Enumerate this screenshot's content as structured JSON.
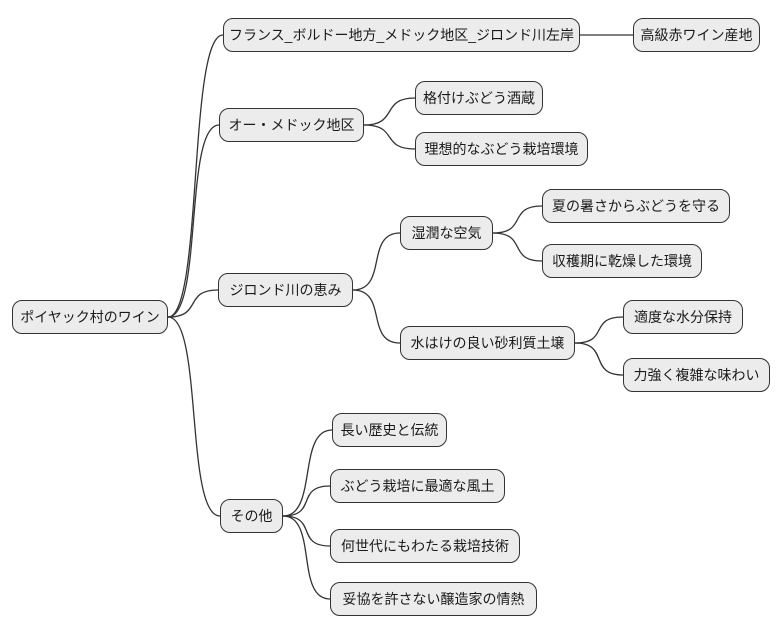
{
  "colors": {
    "background": "#ffffff",
    "node_fill": "#ececec",
    "node_border": "#333333",
    "edge": "#333333",
    "text": "#1a1a1a"
  },
  "mindmap": {
    "nodes": [
      {
        "id": "root",
        "label": "ポイヤック村のワイン"
      },
      {
        "id": "region",
        "label": "フランス_ボルドー地方_メドック地区_ジロンド川左岸"
      },
      {
        "id": "region-child-1",
        "label": "高級赤ワイン産地"
      },
      {
        "id": "haut-medoc",
        "label": "オー・メドック地区"
      },
      {
        "id": "haut-medoc-child-1",
        "label": "格付けぶどう酒蔵"
      },
      {
        "id": "haut-medoc-child-2",
        "label": "理想的なぶどう栽培環境"
      },
      {
        "id": "gironde",
        "label": "ジロンド川の恵み"
      },
      {
        "id": "humid-air",
        "label": "湿潤な空気"
      },
      {
        "id": "humid-air-child-1",
        "label": "夏の暑さからぶどうを守る"
      },
      {
        "id": "humid-air-child-2",
        "label": "収穫期に乾燥した環境"
      },
      {
        "id": "gravel-soil",
        "label": "水はけの良い砂利質土壌"
      },
      {
        "id": "gravel-soil-child-1",
        "label": "適度な水分保持"
      },
      {
        "id": "gravel-soil-child-2",
        "label": "力強く複雑な味わい"
      },
      {
        "id": "others",
        "label": "その他"
      },
      {
        "id": "others-child-1",
        "label": "長い歴史と伝統"
      },
      {
        "id": "others-child-2",
        "label": "ぶどう栽培に最適な風土"
      },
      {
        "id": "others-child-3",
        "label": "何世代にもわたる栽培技術"
      },
      {
        "id": "others-child-4",
        "label": "妥協を許さない醸造家の情熱"
      }
    ],
    "structure": {
      "ポイヤック村のワイン": {
        "フランス_ボルドー地方_メドック地区_ジロンド川左岸": [
          "高級赤ワイン産地"
        ],
        "オー・メドック地区": [
          "格付けぶどう酒蔵",
          "理想的なぶどう栽培環境"
        ],
        "ジロンド川の恵み": {
          "湿潤な空気": [
            "夏の暑さからぶどうを守る",
            "収穫期に乾燥した環境"
          ],
          "水はけの良い砂利質土壌": [
            "適度な水分保持",
            "力強く複雑な味わい"
          ]
        },
        "その他": [
          "長い歴史と伝統",
          "ぶどう栽培に最適な風土",
          "何世代にもわたる栽培技術",
          "妥協を許さない醸造家の情熱"
        ]
      }
    }
  }
}
